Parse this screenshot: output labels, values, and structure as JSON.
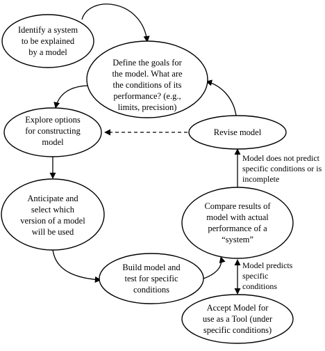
{
  "colors": {
    "stroke": "#000000",
    "background": "#ffffff",
    "text": "#000000"
  },
  "nodes": [
    {
      "id": "identify",
      "lines": [
        "Identify a system",
        "to be explained",
        "by a model"
      ]
    },
    {
      "id": "define",
      "lines": [
        "Define the goals for",
        "the model. What are",
        "the conditions of its",
        "performance? (e.g.,",
        "limits, precision)"
      ]
    },
    {
      "id": "explore",
      "lines": [
        "Explore options",
        "for constructing",
        "model"
      ]
    },
    {
      "id": "revise",
      "lines": [
        "Revise model"
      ]
    },
    {
      "id": "anticipate",
      "lines": [
        "Anticipate and",
        "select which",
        "version of a model",
        "will be used"
      ]
    },
    {
      "id": "compare",
      "lines": [
        "Compare results of",
        "model with actual",
        "performance of a",
        "“system”"
      ]
    },
    {
      "id": "build",
      "lines": [
        "Build model and",
        "test for specific",
        "conditions"
      ]
    },
    {
      "id": "accept",
      "lines": [
        "Accept Model for",
        "use as a Tool (under",
        "specific conditions)"
      ]
    }
  ],
  "edge_labels": [
    {
      "id": "not-predict",
      "lines": [
        "Model does not predict",
        "specific conditions or is",
        "incomplete"
      ]
    },
    {
      "id": "predicts",
      "lines": [
        "Model predicts",
        "specific",
        "conditions"
      ]
    }
  ]
}
